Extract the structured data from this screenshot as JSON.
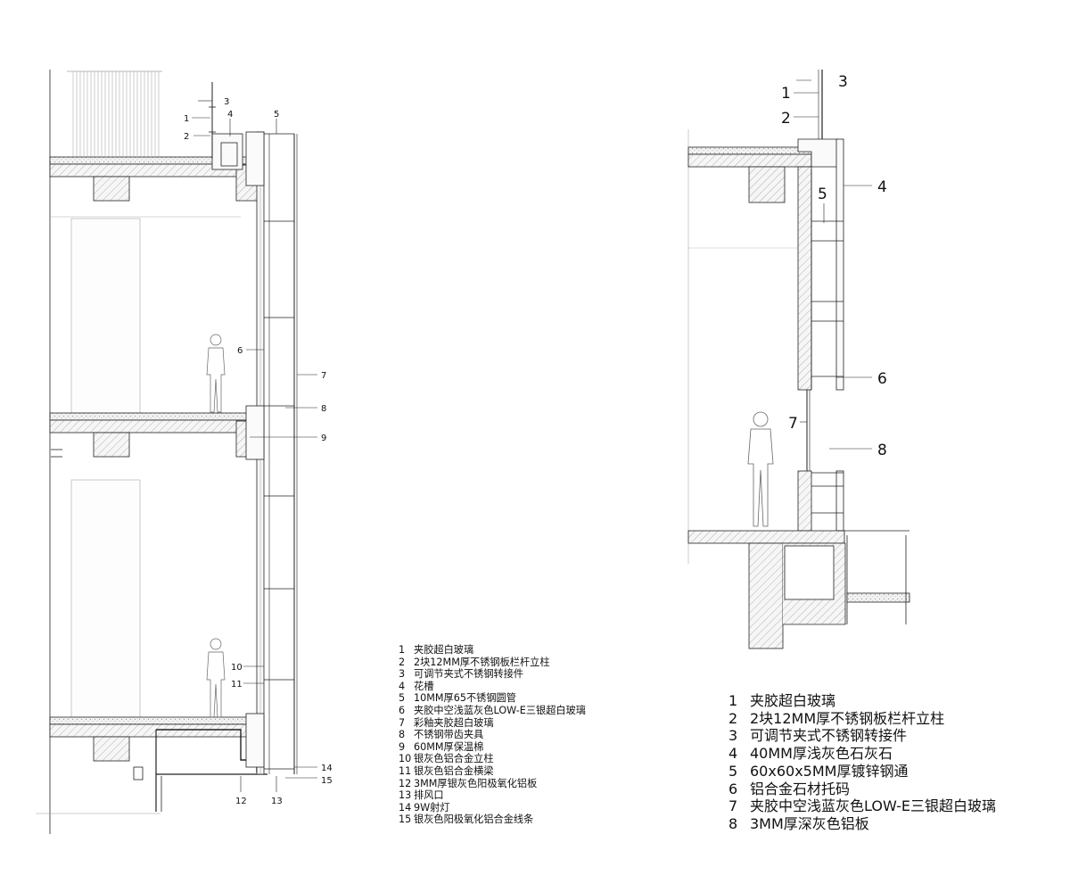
{
  "left_section": {
    "callouts": [
      "1",
      "2",
      "3",
      "4",
      "5",
      "6",
      "7",
      "8",
      "9",
      "10",
      "11",
      "12",
      "13",
      "14",
      "15"
    ]
  },
  "right_section": {
    "callouts": [
      "1",
      "2",
      "3",
      "4",
      "5",
      "6",
      "7",
      "8"
    ]
  },
  "legend_left": [
    {
      "num": "1",
      "text": "夹胶超白玻璃"
    },
    {
      "num": "2",
      "text": "2块12MM厚不锈钢板栏杆立柱"
    },
    {
      "num": "3",
      "text": "可调节夹式不锈钢转接件"
    },
    {
      "num": "4",
      "text": "花槽"
    },
    {
      "num": "5",
      "text": "10MM厚65不锈钢圆管"
    },
    {
      "num": "6",
      "text": "夹胶中空浅蓝灰色LOW-E三银超白玻璃"
    },
    {
      "num": "7",
      "text": "彩釉夹胶超白玻璃"
    },
    {
      "num": "8",
      "text": "不锈钢带齿夹具"
    },
    {
      "num": "9",
      "text": "60MM厚保温棉"
    },
    {
      "num": "10",
      "text": "银灰色铝合金立柱"
    },
    {
      "num": "11",
      "text": "银灰色铝合金横梁"
    },
    {
      "num": "12",
      "text": "3MM厚银灰色阳极氧化铝板"
    },
    {
      "num": "13",
      "text": "排风口"
    },
    {
      "num": "14",
      "text": "9W射灯"
    },
    {
      "num": "15",
      "text": "银灰色阳极氧化铝合金线条"
    }
  ],
  "legend_right": [
    {
      "num": "1",
      "text": "夹胶超白玻璃"
    },
    {
      "num": "2",
      "text": "2块12MM厚不锈钢板栏杆立柱"
    },
    {
      "num": "3",
      "text": "可调节夹式不锈钢转接件"
    },
    {
      "num": "4",
      "text": "40MM厚浅灰色石灰石"
    },
    {
      "num": "5",
      "text": "60x60x5MM厚镀锌钢通"
    },
    {
      "num": "6",
      "text": "铝合金石材托码"
    },
    {
      "num": "7",
      "text": "夹胶中空浅蓝灰色LOW-E三银超白玻璃"
    },
    {
      "num": "8",
      "text": "3MM厚深灰色铝板"
    }
  ],
  "colors": {
    "line": "#222222",
    "hatch": "#9a9a9a",
    "fill": "#f4f4f4"
  }
}
